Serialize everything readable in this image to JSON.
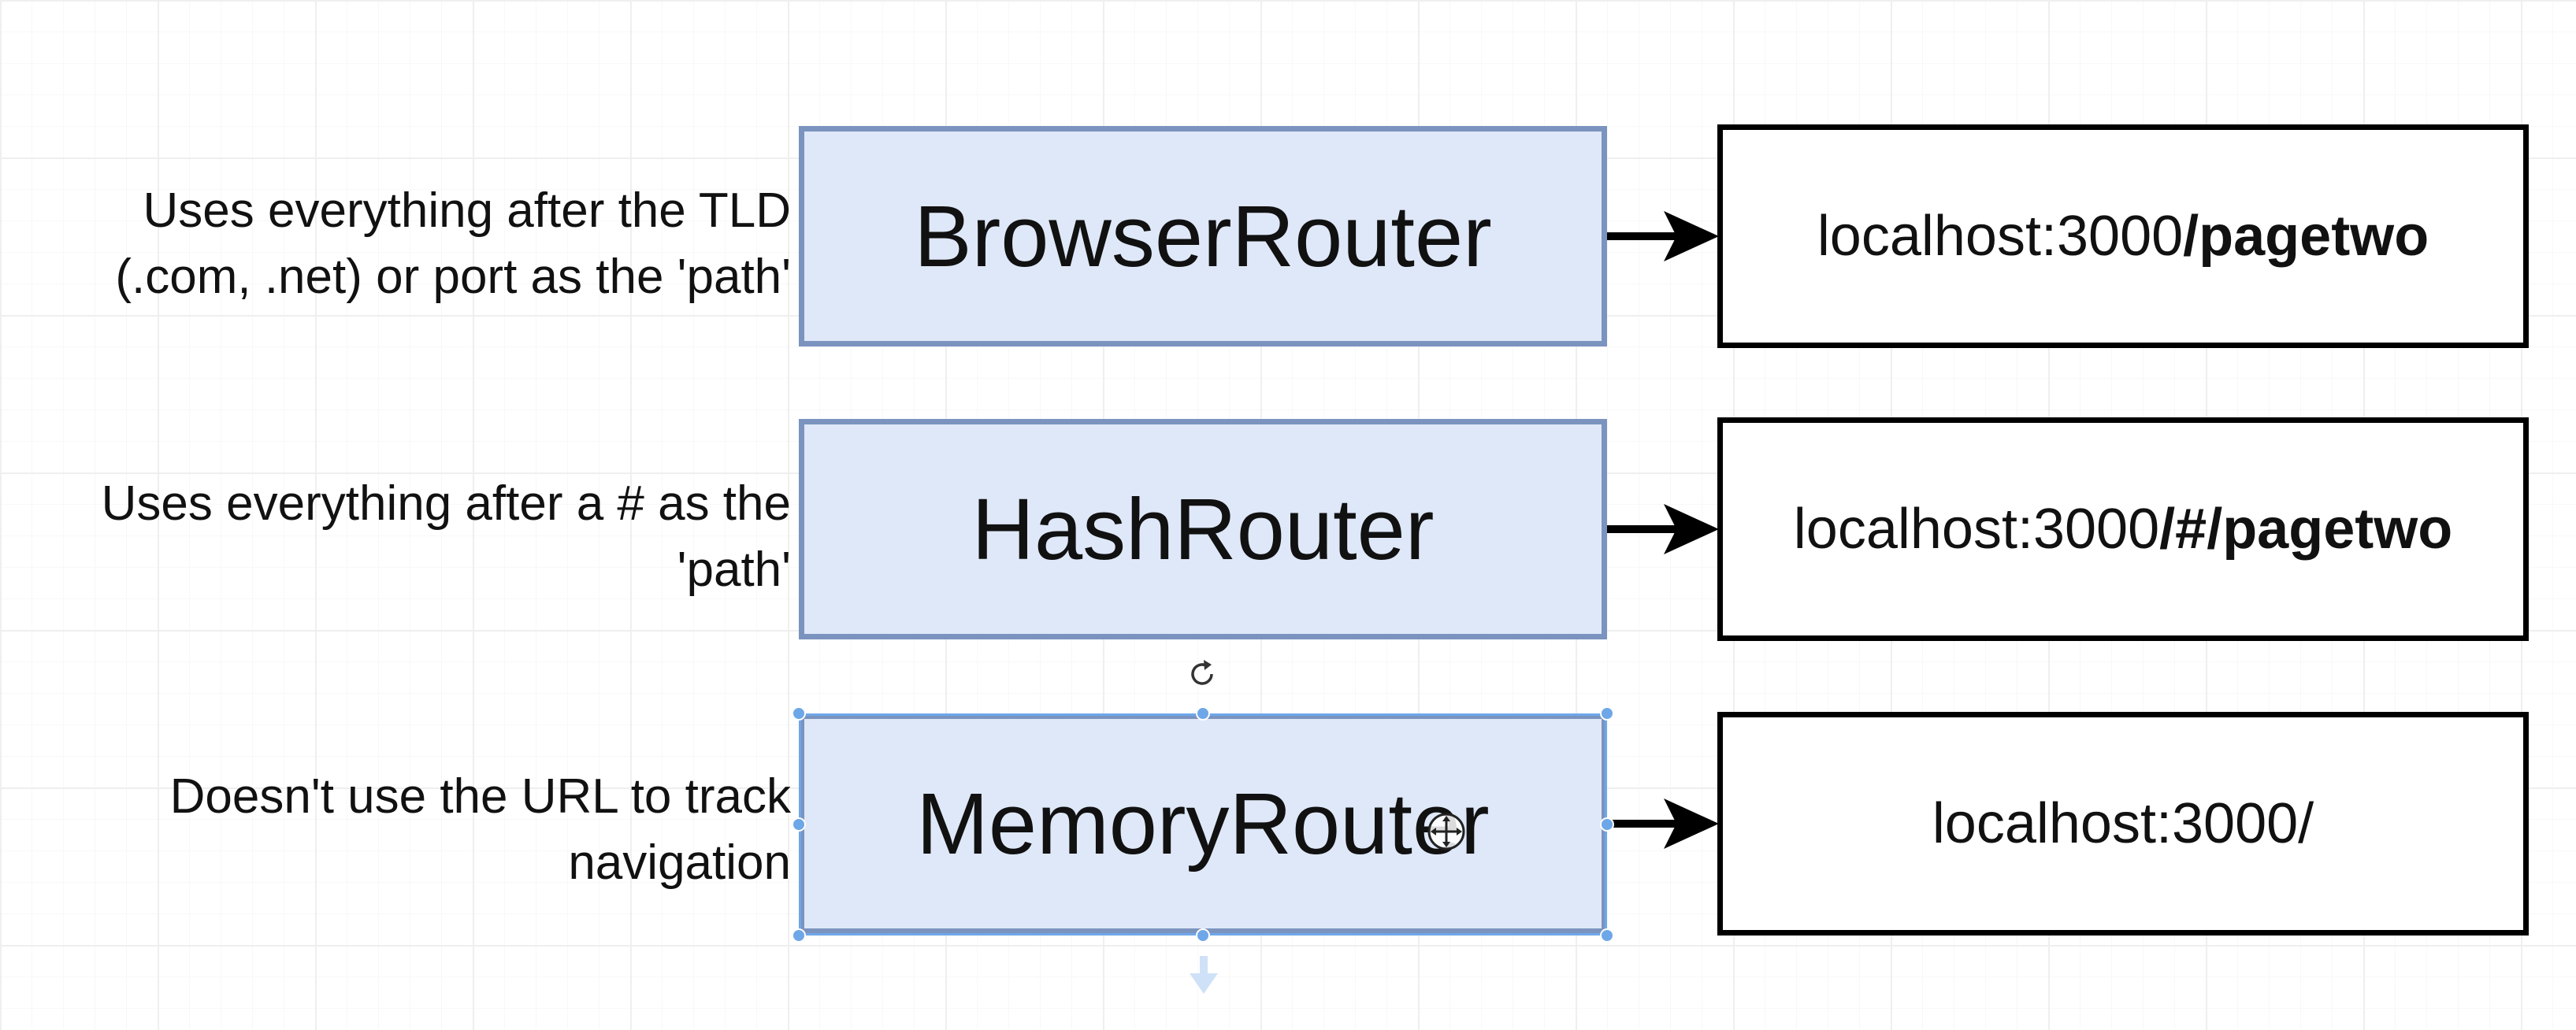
{
  "rows": [
    {
      "description_lines": [
        "Uses everything after the TLD",
        "(.com, .net) or port as the 'path'"
      ],
      "router": "BrowserRouter",
      "url_prefix": "localhost:3000",
      "url_path": "/pagetwo"
    },
    {
      "description_lines": [
        "Uses everything after a # as the",
        "'path'"
      ],
      "router": "HashRouter",
      "url_prefix": "localhost:3000",
      "url_path": "/#/pagetwo"
    },
    {
      "description_lines": [
        "Doesn't use the URL to track",
        "navigation"
      ],
      "router": "MemoryRouter",
      "url_prefix": "localhost:3000/",
      "url_path": ""
    }
  ],
  "colors": {
    "router_fill": "#dfe8f8",
    "router_border": "#7b93bf",
    "selection_handle": "#6ea7e8",
    "arrow": "#000000"
  },
  "icons": {
    "rotate": "rotate-handle-icon",
    "move": "move-cursor-icon",
    "connect": "connection-arrow-down-icon"
  },
  "selected_row": 2
}
